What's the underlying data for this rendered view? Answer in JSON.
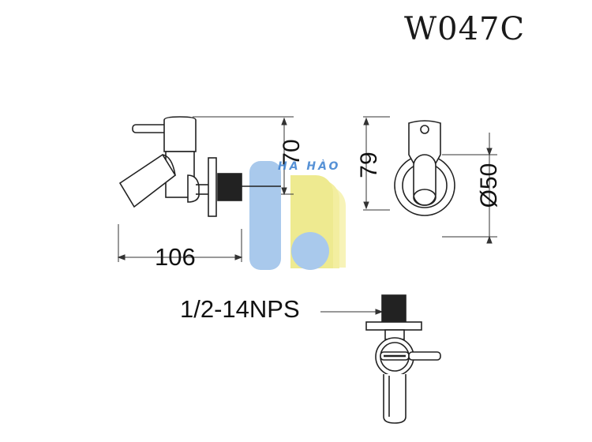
{
  "model_code": "W047C",
  "dimensions": {
    "width_106": "106",
    "height_70": "70",
    "height_79": "79",
    "diameter_50": "Ø50",
    "thread": "1/2-14NPS"
  },
  "watermark": {
    "text": "HA HÀO",
    "colors": {
      "blue": "#a9c9ec",
      "yellow": "#f3eea0",
      "blue_text": "#3a7fd0"
    }
  },
  "line_color": "#222222"
}
